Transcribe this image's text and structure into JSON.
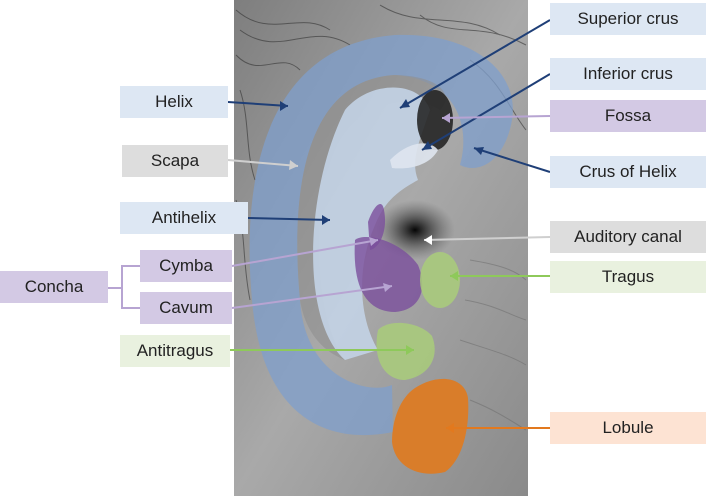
{
  "labels": {
    "superior_crus": "Superior crus",
    "inferior_crus": "Inferior crus",
    "fossa": "Fossa",
    "crus_of_helix": "Crus of Helix",
    "auditory_canal": "Auditory canal",
    "tragus": "Tragus",
    "lobule": "Lobule",
    "helix": "Helix",
    "scapa": "Scapa",
    "antihelix": "Antihelix",
    "cymba": "Cymba",
    "cavum": "Cavum",
    "concha": "Concha",
    "antitragus": "Antitragus"
  },
  "colors": {
    "blue_region": "#7f9fcc",
    "light_blue_region": "#c3d3e6",
    "purple_region": "#7b4f9c",
    "green_region": "#a9cc7a",
    "orange_region": "#e07a1e",
    "blue_line": "#1f3f77",
    "purple_line": "#b7a4d2",
    "grey_line": "#cfcfcf",
    "green_line": "#8ec95a",
    "orange_line": "#e2791e"
  }
}
